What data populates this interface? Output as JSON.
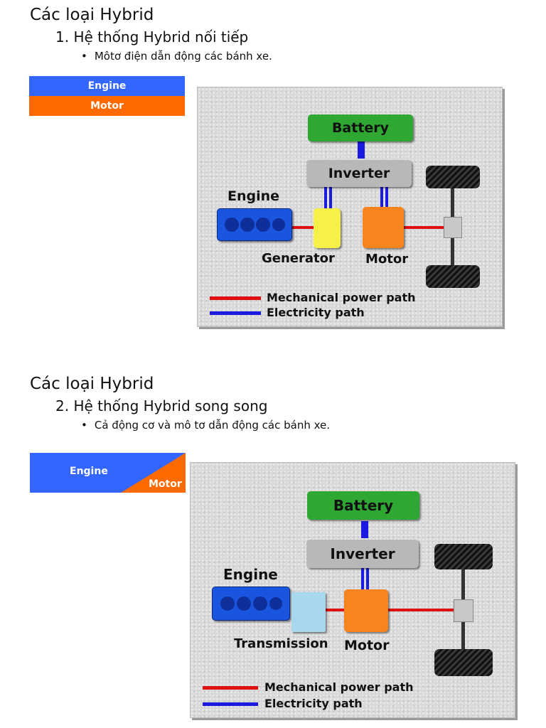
{
  "section1": {
    "title": "Các loại Hybrid",
    "subtitle": "1. Hệ thống Hybrid nối tiếp",
    "bullet": "Môtơ điện dẫn động các bánh xe."
  },
  "section2": {
    "title": "Các loại Hybrid",
    "subtitle": "2. Hệ thống Hybrid song song",
    "bullet": "Cả động cơ và mô tơ dẫn động các bánh xe."
  },
  "legend1": {
    "engine": "Engine",
    "motor": "Motor"
  },
  "legend2": {
    "engine": "Engine",
    "motor": "Motor"
  },
  "diagram1": {
    "battery": "Battery",
    "inverter": "Inverter",
    "engine": "Engine",
    "generator": "Generator",
    "motor": "Motor",
    "mech_path": "Mechanical power path",
    "elec_path": "Electricity path"
  },
  "diagram2": {
    "battery": "Battery",
    "inverter": "Inverter",
    "engine": "Engine",
    "transmission": "Transmission",
    "motor": "Motor",
    "mech_path": "Mechanical power path",
    "elec_path": "Electricity path"
  },
  "colors": {
    "engine_blue": "#3366ff",
    "motor_orange": "#ff6a00",
    "battery_green": "#2ea832",
    "inverter_gray": "#b8b8b8",
    "generator_yellow": "#f5f04a",
    "transmission_lightblue": "#a8d8ee",
    "mech_red": "#e01010",
    "elec_blue": "#1a1ae0"
  }
}
